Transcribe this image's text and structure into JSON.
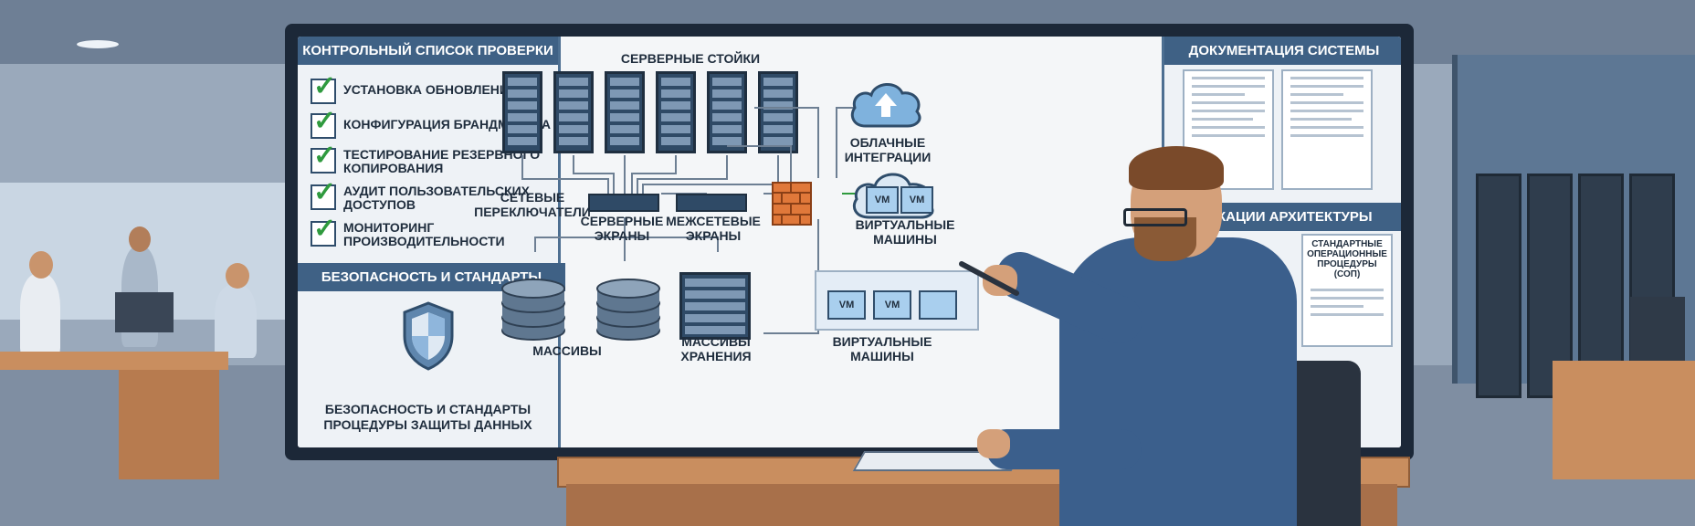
{
  "checklist": {
    "title": "КОНТРОЛЬНЫЙ СПИСОК ПРОВЕРКИ",
    "items": [
      "УСТАНОВКА ОБНОВЛЕНИЙ ПО",
      "КОНФИГУРАЦИЯ БРАНДМАУЭРА",
      "ТЕСТИРОВАНИЕ РЕЗЕРВНОГО КОПИРОВАНИЯ",
      "АУДИТ ПОЛЬЗОВАТЕЛЬСКИХ ДОСТУПОВ",
      "МОНИТОРИНГ ПРОИЗВОДИТЕЛЬНОСТИ"
    ]
  },
  "security": {
    "header": "БЕЗОПАСНОСТЬ И СТАНДАРТЫ",
    "caption": "БЕЗОПАСНОСТЬ И СТАНДАРТЫ ПРОЦЕДУРЫ ЗАЩИТЫ ДАННЫХ"
  },
  "diagram": {
    "server_racks": "СЕРВЕРНЫЕ СТОЙКИ",
    "network_switches": "СЕТЕВЫЕ ПЕРЕКЛЮЧАТЕЛИ",
    "server_screens": "СЕРВЕРНЫЕ ЭКРАНЫ",
    "firewalls": "МЕЖСЕТЕВЫЕ ЭКРАНЫ",
    "cloud": "ОБЛАЧНЫЕ ИНТЕГРАЦИИ",
    "vms": "ВИРТУАЛЬНЫЕ МАШИНЫ",
    "arrays": "МАССИВЫ",
    "storage": "МАССИВЫ ХРАНЕНИЯ",
    "vms_bottom": "ВИРТУАЛЬНЫЕ МАШИНЫ",
    "vm_tag": "VM"
  },
  "docs": {
    "title": "ДОКУМЕНТАЦИЯ СИСТЕМЫ",
    "arch_header": "ФИКАЦИИ АРХИТЕКТУРЫ",
    "sop": "СТАНДАРТНЫЕ ОПЕРАЦИОННЫЕ ПРОЦЕДУРЫ (СОП)"
  },
  "colors": {
    "panel_header": "#3f6185",
    "check_green": "#2f9a3e",
    "firewall_brick": "#e0783a",
    "rack_blue": "#2f4a66"
  }
}
